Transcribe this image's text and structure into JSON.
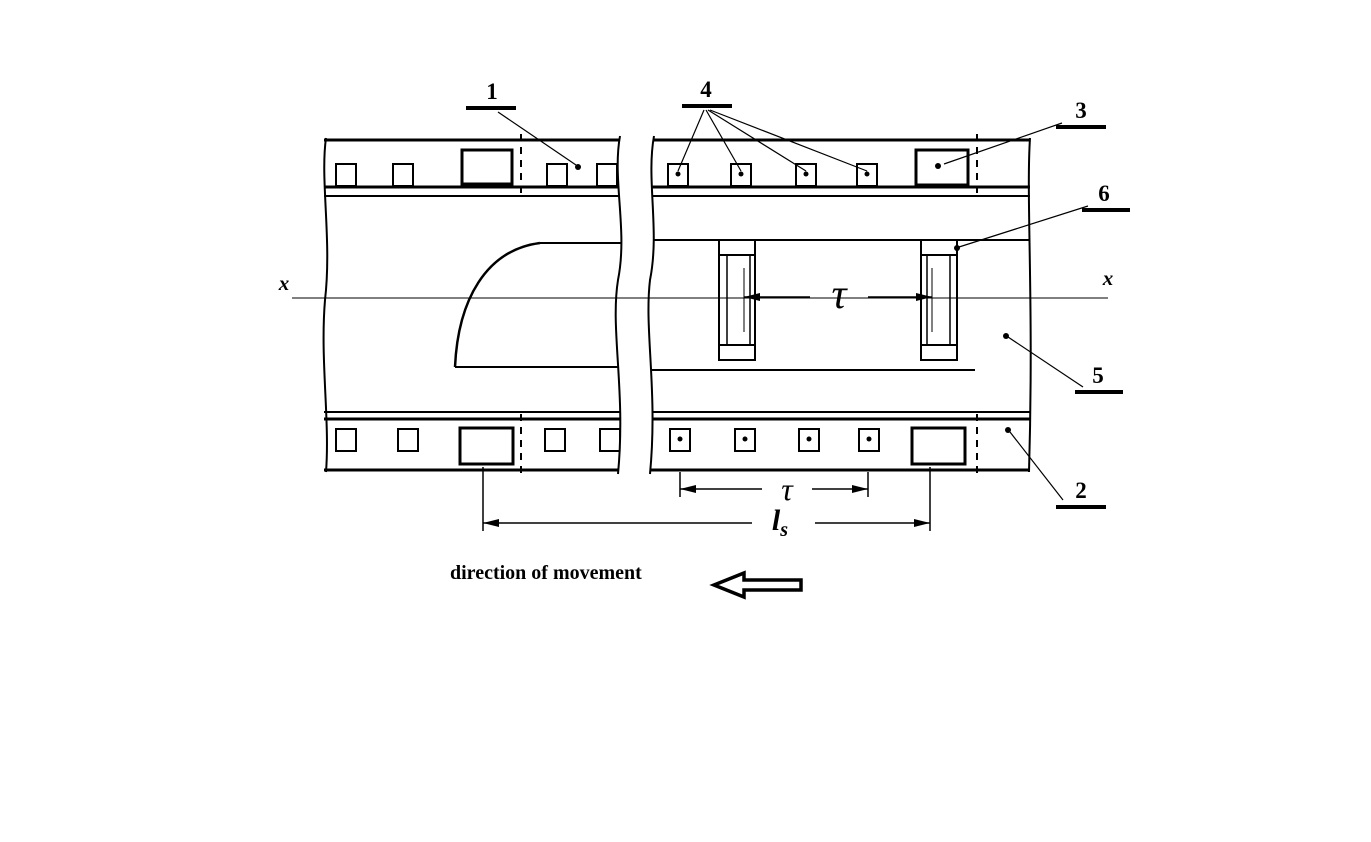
{
  "figure": {
    "ink_color": "#000000",
    "background_color": "#ffffff",
    "part_labels": {
      "p1": "1",
      "p2": "2",
      "p3": "3",
      "p4": "4",
      "p5": "5",
      "p6": "6"
    },
    "axis_marks": {
      "left": "x",
      "right": "x"
    },
    "dimensions": {
      "pole_pitch_upper": "τ",
      "pole_pitch_lower": "τ",
      "sync_length_symbol": "l",
      "sync_length_subscript": "s"
    },
    "caption": {
      "direction_of_movement": "direction of movement"
    }
  }
}
